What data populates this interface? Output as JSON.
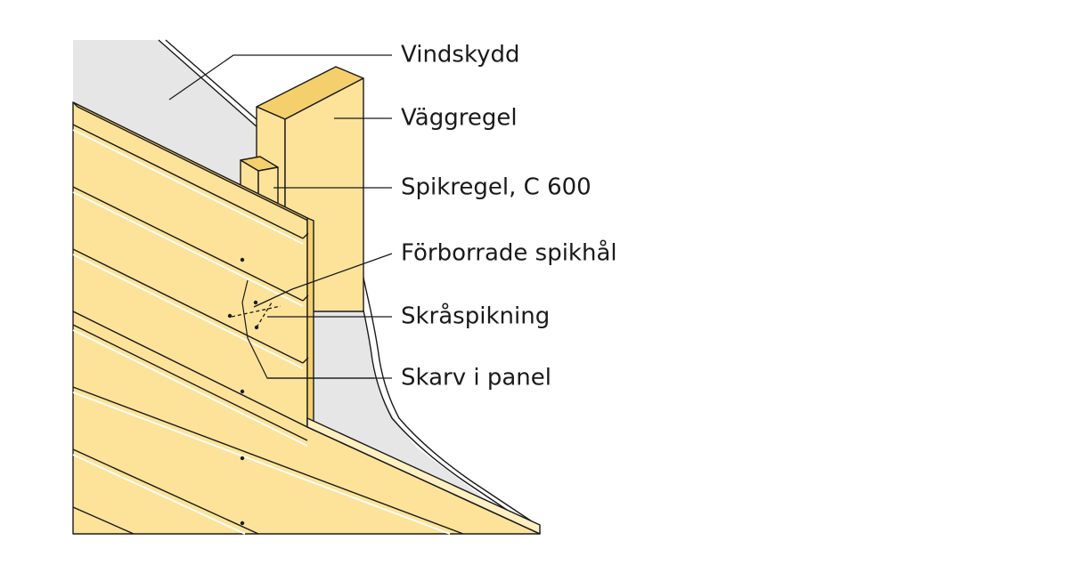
{
  "labels": {
    "vindskydd": "Vindskydd",
    "vaggregel": "Väggregel",
    "spikregel": "Spikregel, C 600",
    "forborrade": "Förborrade spikhål",
    "skraspikning": "Skråspikning",
    "skarv": "Skarv i panel"
  },
  "colors": {
    "wood": "#fde39a",
    "wood_shade": "#f5cf6b",
    "wind_barrier": "#e6e6e6",
    "line": "#1a1a1a"
  }
}
